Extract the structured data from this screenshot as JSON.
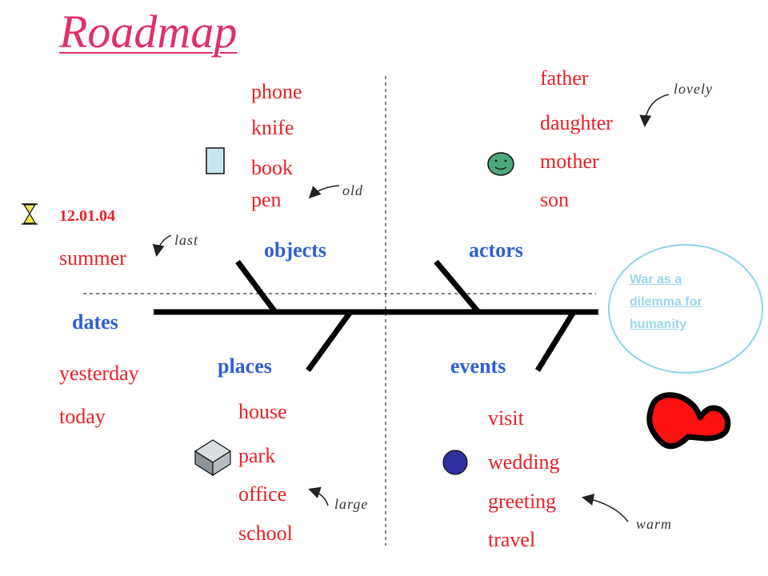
{
  "title": "Roadmap",
  "goal": {
    "lines": [
      "War as a",
      "dilemma for",
      "humanity"
    ]
  },
  "categories": {
    "objects": "objects",
    "actors": "actors",
    "dates": "dates",
    "places": "places",
    "events": "events"
  },
  "objects": [
    "phone",
    "knife",
    "book",
    "pen"
  ],
  "actors": [
    "father",
    "daughter",
    "mother",
    "son"
  ],
  "dates": {
    "date": "12.01.04",
    "top": [
      "summer"
    ],
    "bottom": [
      "yesterday",
      "today"
    ]
  },
  "places": [
    "house",
    "park",
    "office",
    "school"
  ],
  "events": [
    "visit",
    "wedding",
    "greeting",
    "travel"
  ],
  "annotations": {
    "old": "old",
    "lovely": "lovely",
    "last": "last",
    "large": "large",
    "warm": "warm"
  },
  "colors": {
    "title": "#e0306a",
    "words": "#e8202a",
    "categories": "#2f5fd0",
    "goal": "#9ad7ea"
  },
  "icons": [
    "book-icon",
    "smiley-face-icon",
    "hourglass-icon",
    "box-icon",
    "circle-icon",
    "heart-shape-icon"
  ]
}
